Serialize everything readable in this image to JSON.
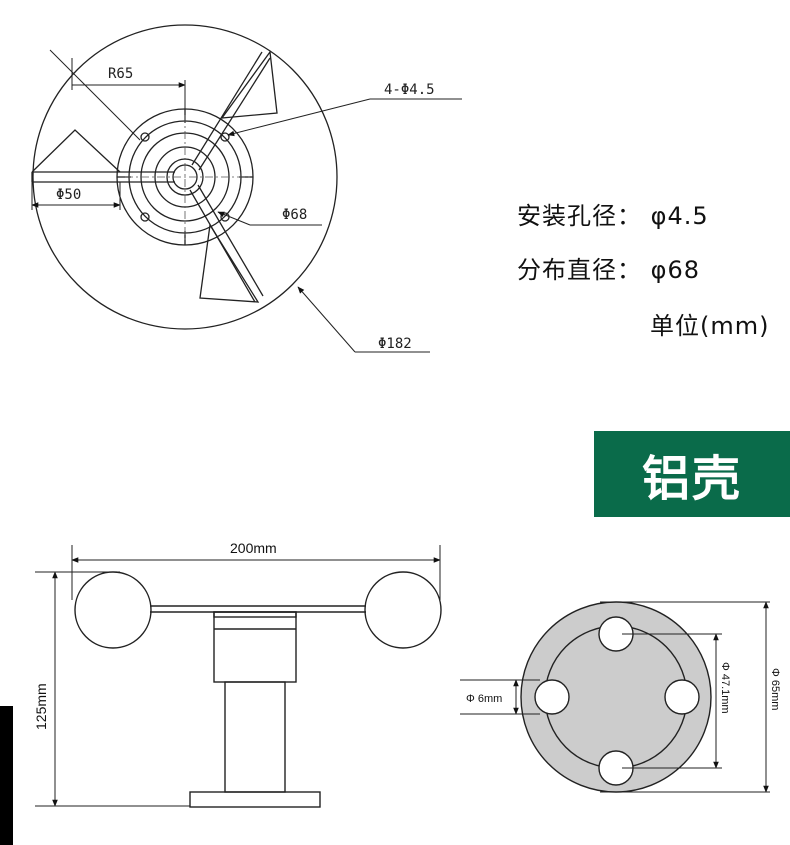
{
  "top_view": {
    "label_r65": "R65",
    "label_holes": "4-Φ4.5",
    "label_d50": "Φ50",
    "label_d68": "Φ68",
    "label_d182": "Φ182"
  },
  "specs": {
    "hole_diameter": "安装孔径：  φ4.5",
    "distribution_diameter": "分布直径：  φ68",
    "unit": "单位(mm)"
  },
  "material_badge": "铝壳",
  "side_view": {
    "width_label": "200mm",
    "height_label": "125mm"
  },
  "base_view": {
    "hole_label": "Φ 6mm",
    "inner_label": "Φ 47.1mm",
    "outer_label": "Φ 65mm",
    "fill_color": "#cccccc"
  }
}
